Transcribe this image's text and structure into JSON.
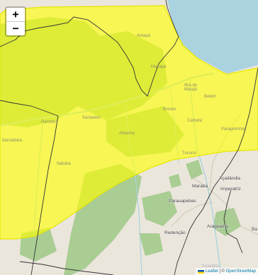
{
  "map": {
    "colors": {
      "land": "#ebe6dc",
      "forest": "#a9cd93",
      "water": "#aad3df",
      "alert_area": "#ffff00",
      "border": "#333333"
    },
    "alert_area_color_name": "yellow",
    "labels": {
      "amapa": "Amapá",
      "macapa": "Macapá",
      "ilha_de_marajo": "Ilha de Marajó",
      "belem": "Belém",
      "santarem": "Santarém",
      "parintins": "Parintins",
      "itacoatiara": "Itacoatiara",
      "altamira": "Altamira",
      "breves": "Breves",
      "cameta": "Cametá",
      "paragominas": "Paragominas",
      "tucurui": "Tucuruí",
      "itaituba": "Itaituba",
      "acailandia": "Açailândia",
      "maraba": "Marabá",
      "imperatriz": "Imperatriz",
      "parauapebas": "Parauapebas",
      "araguaina": "Araguaína",
      "redencao": "Redenção",
      "tocantins": "Tocantins",
      "ba": "Ba"
    }
  },
  "controls": {
    "zoom_in": "+",
    "zoom_out": "−"
  },
  "attribution": {
    "leaflet": "Leaflet",
    "separator": " | © ",
    "osm": "OpenStreetMap"
  }
}
